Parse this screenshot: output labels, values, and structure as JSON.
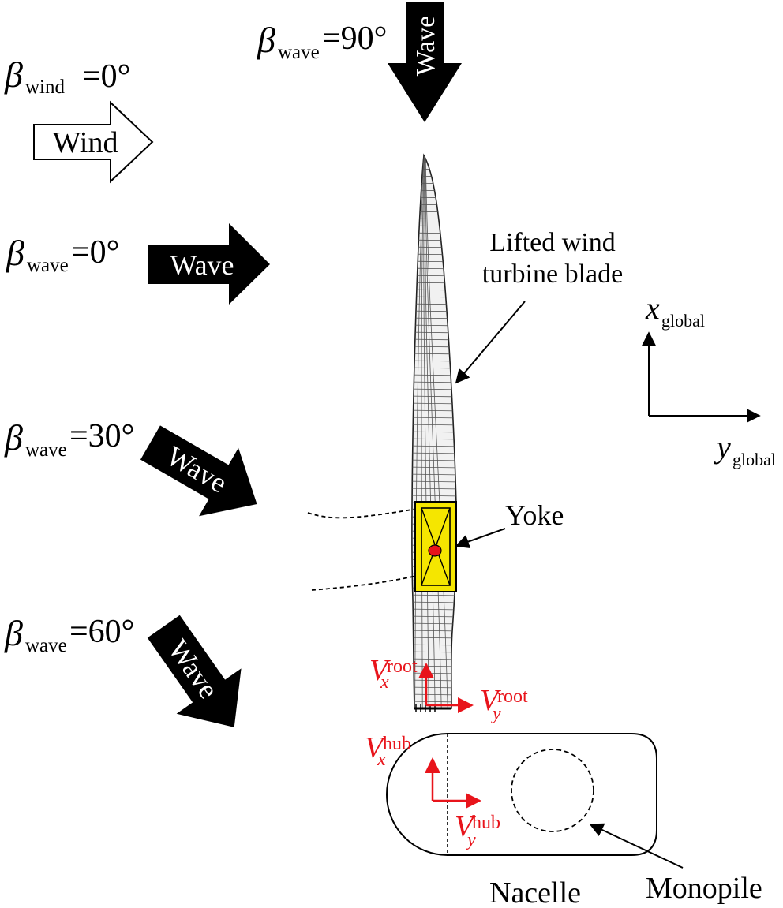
{
  "symbols": {
    "beta": "β",
    "wave_sub": "wave",
    "wind_sub": "wind",
    "global_sub": "global",
    "root_sup": "root",
    "hub_sup": "hub",
    "V": "V",
    "x": "x",
    "y": "y"
  },
  "directions": {
    "wind_0": {
      "eq": "=0°",
      "arrow_label": "Wind"
    },
    "wave_90": {
      "eq": "=90°",
      "arrow_label": "Wave"
    },
    "wave_0": {
      "eq": "=0°",
      "arrow_label": "Wave"
    },
    "wave_30": {
      "eq": "=30°",
      "arrow_label": "Wave"
    },
    "wave_60": {
      "eq": "=60°",
      "arrow_label": "Wave"
    }
  },
  "labels": {
    "blade_line1": "Lifted wind",
    "blade_line2": "turbine blade",
    "yoke": "Yoke",
    "nacelle": "Nacelle",
    "monopile": "Monopile"
  },
  "colors": {
    "ink": "#000000",
    "velocity_red": "#e8141b",
    "yoke_yellow": "#f5e600",
    "blade_mesh": "#555555"
  }
}
